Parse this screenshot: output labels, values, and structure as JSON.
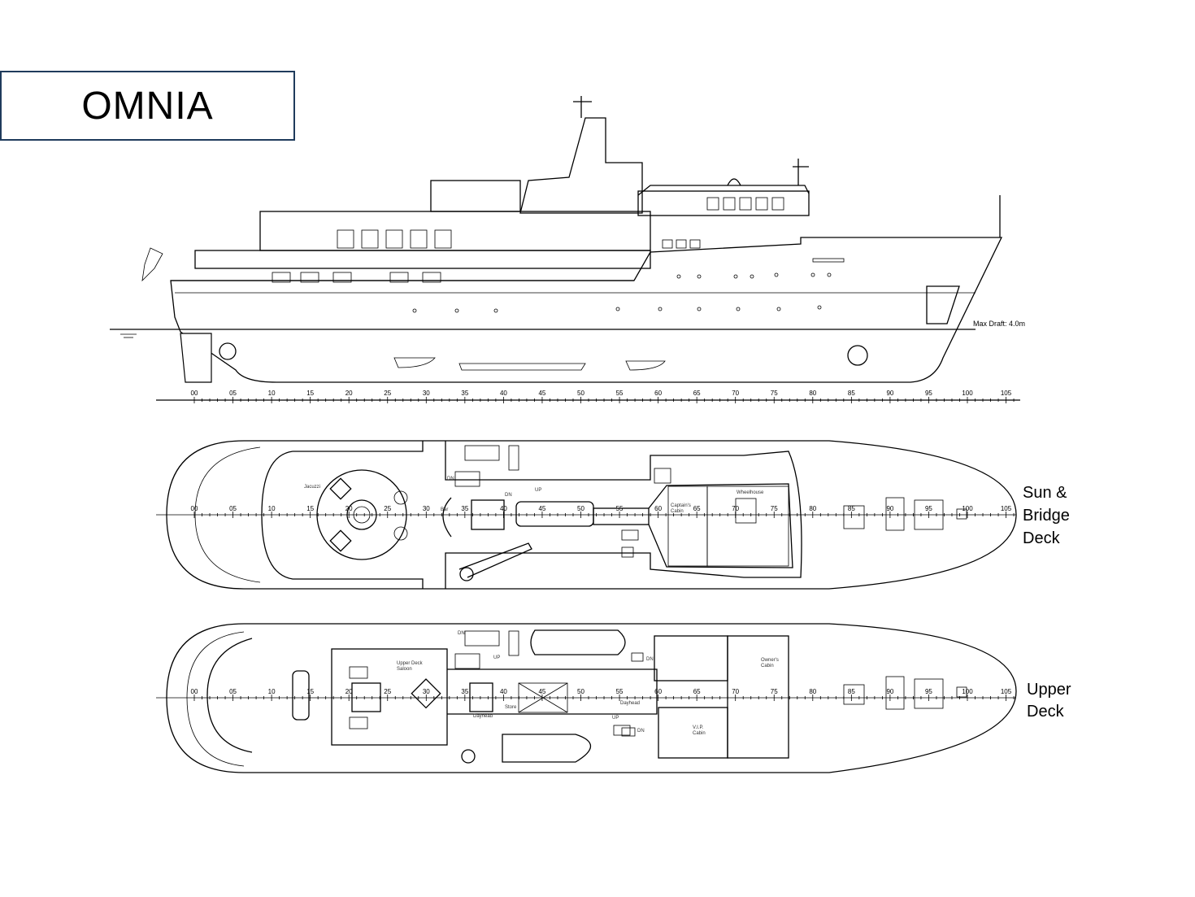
{
  "title": "OMNIA",
  "profile": {
    "max_draft_label": "Max Draft: 4.0m"
  },
  "scale": {
    "ticks": [
      "00",
      "05",
      "10",
      "15",
      "20",
      "25",
      "30",
      "35",
      "40",
      "45",
      "50",
      "55",
      "60",
      "65",
      "70",
      "75",
      "80",
      "85",
      "90",
      "95",
      "100",
      "105"
    ],
    "plan_ticks": [
      "00",
      "05",
      "10",
      "15",
      "20",
      "25",
      "30",
      "35",
      "40",
      "45",
      "50",
      "55",
      "60",
      "65",
      "70",
      "75",
      "80",
      "85",
      "90",
      "95",
      "100",
      "105"
    ]
  },
  "sun_bridge_deck": {
    "label_lines": [
      "Sun &",
      "Bridge",
      "Deck"
    ],
    "rooms": {
      "jacuzzi": "Jacuzzi",
      "bar": "Bar",
      "captains_cabin_1": "Captain's",
      "captains_cabin_2": "Cabin",
      "wheelhouse": "Wheelhouse",
      "dn_1": "DN",
      "dn_2": "DN",
      "up": "UP"
    }
  },
  "upper_deck": {
    "label_lines": [
      "Upper",
      "Deck"
    ],
    "rooms": {
      "saloon_1": "Upper Deck",
      "saloon_2": "Saloon",
      "store": "Store",
      "dayhead": "Dayhead",
      "dayhead_small": "Dayhead",
      "vip_1": "V.I.P.",
      "vip_2": "Cabin",
      "owners_1": "Owner's",
      "owners_2": "Cabin",
      "dn_1": "DN",
      "up_1": "UP",
      "dn_2": "DN",
      "up_2": "UP",
      "dn_3": "DN"
    }
  }
}
